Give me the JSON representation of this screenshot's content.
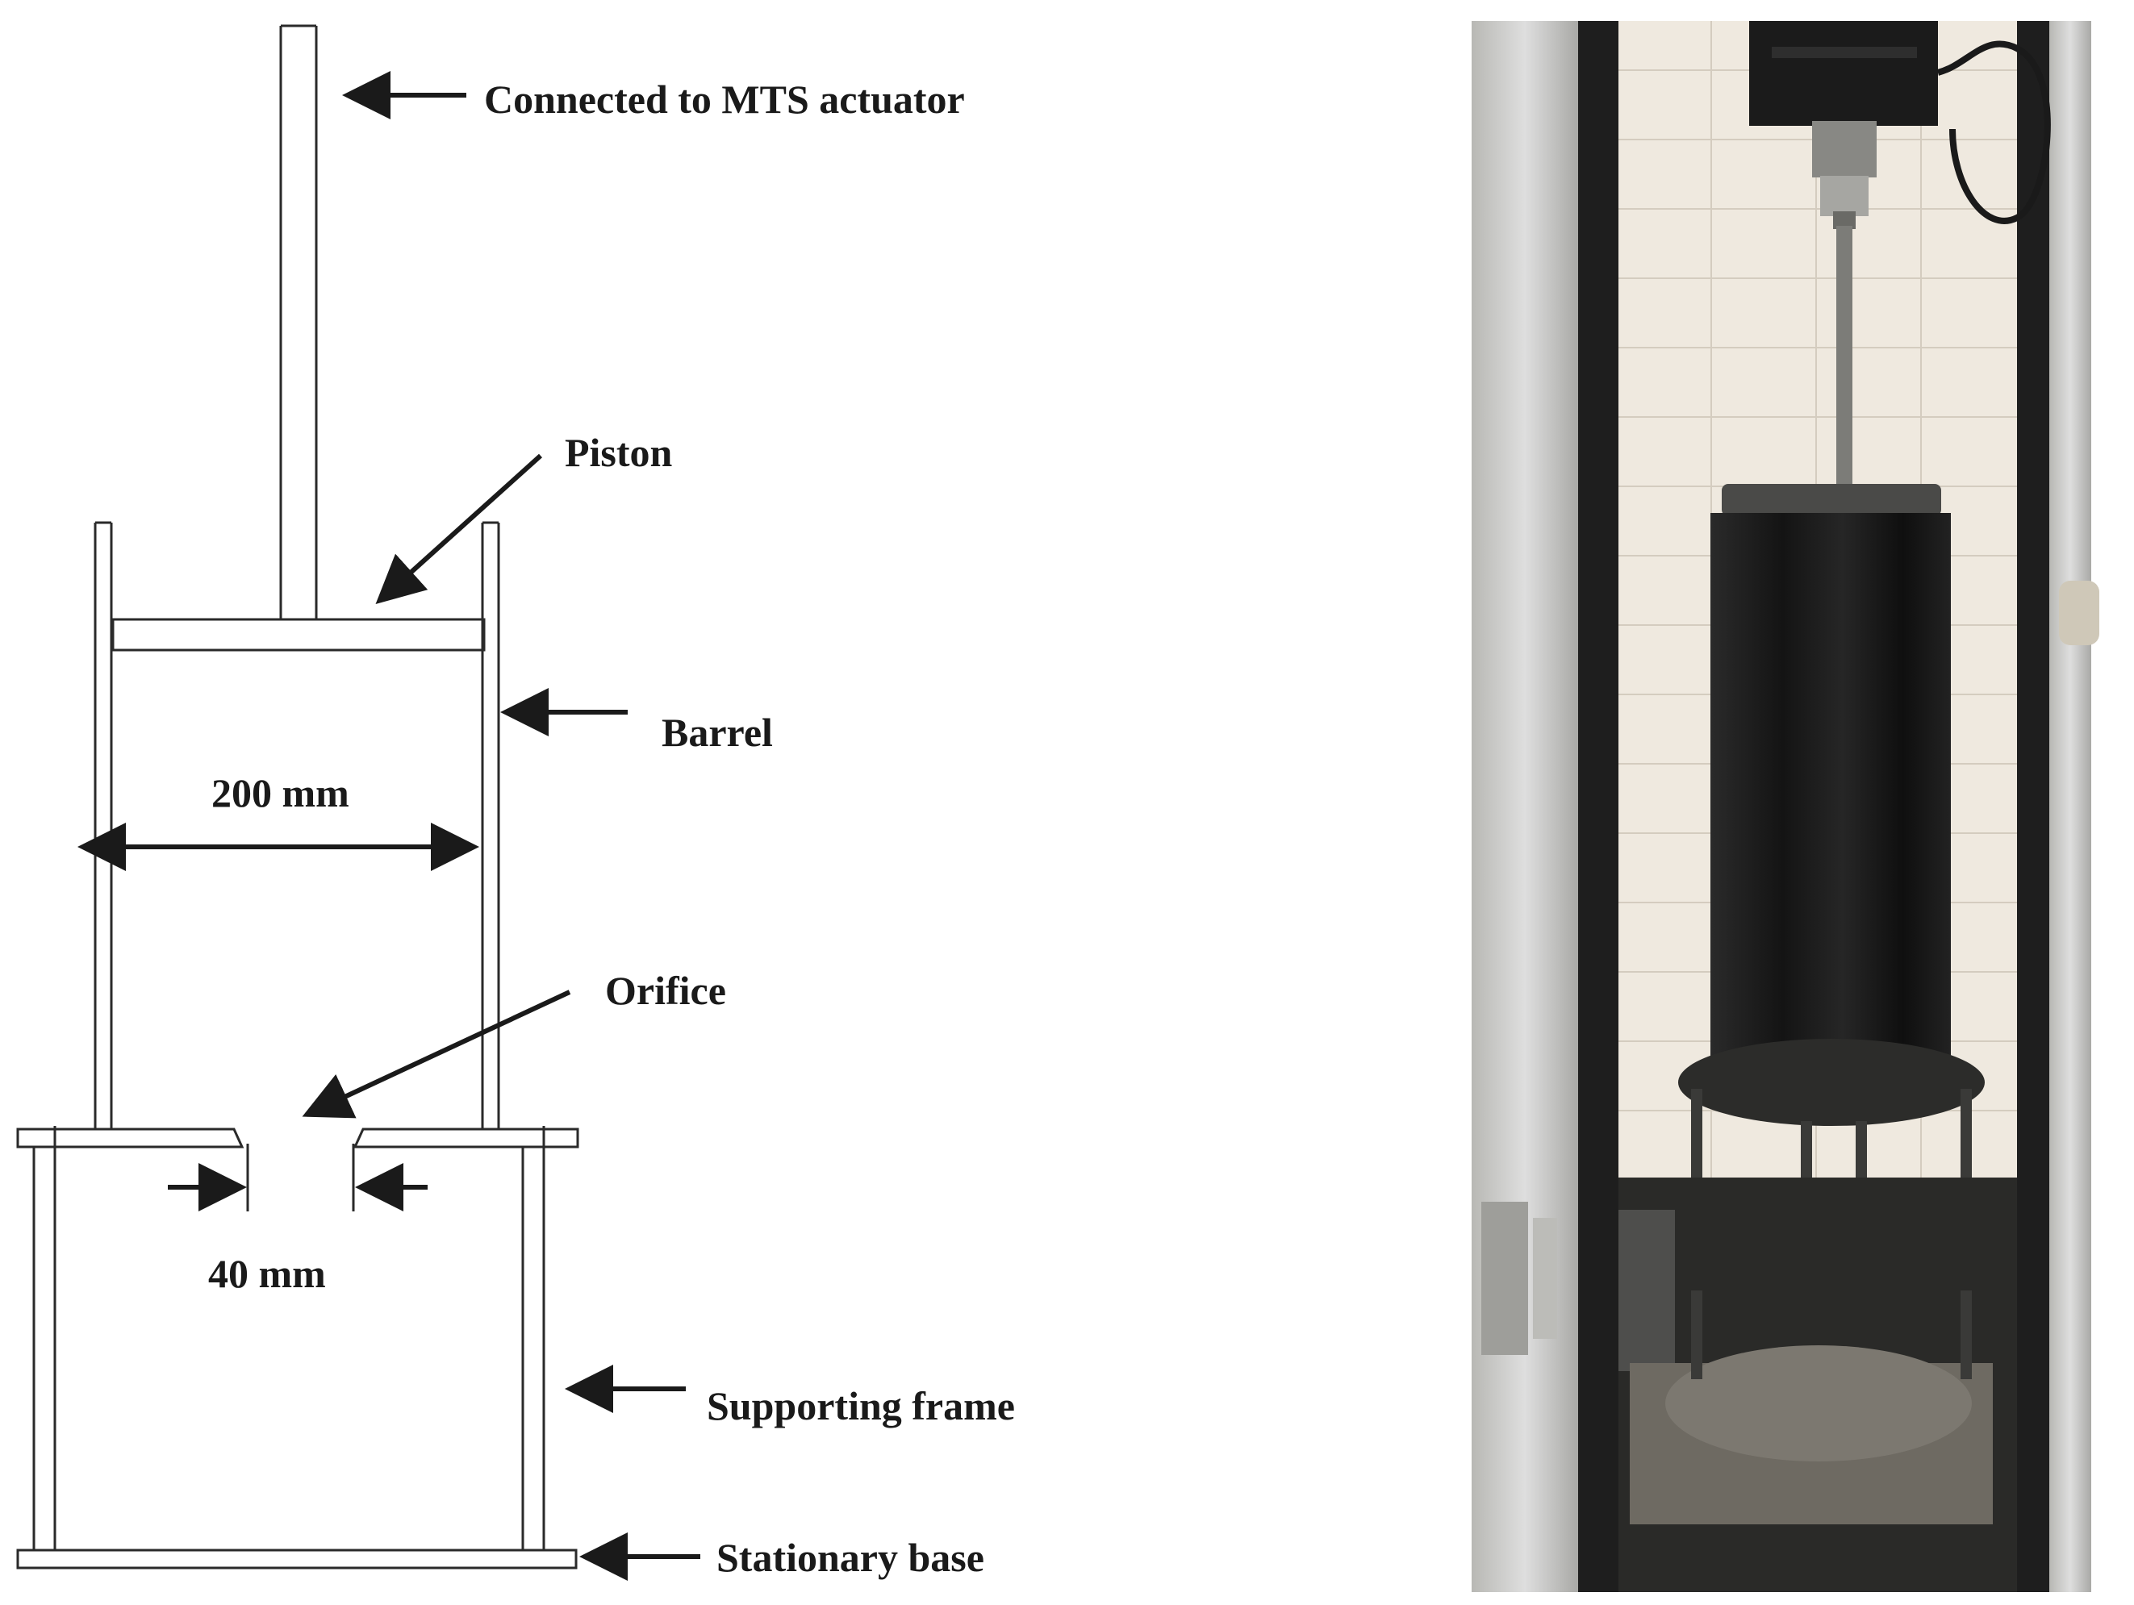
{
  "labels": {
    "actuator": "Connected to MTS actuator",
    "piston": "Piston",
    "barrel": "Barrel",
    "diameter": "200 mm",
    "orifice": "Orifice",
    "orifice_size": "40 mm",
    "frame": "Supporting frame",
    "base": "Stationary base"
  },
  "colors": {
    "line": "#2a2a2a",
    "photo_wall": "#ece6dc",
    "photo_tile_grout": "#d2cabd",
    "frame_column": "#c9c9c6",
    "cylinder": "#161616"
  }
}
